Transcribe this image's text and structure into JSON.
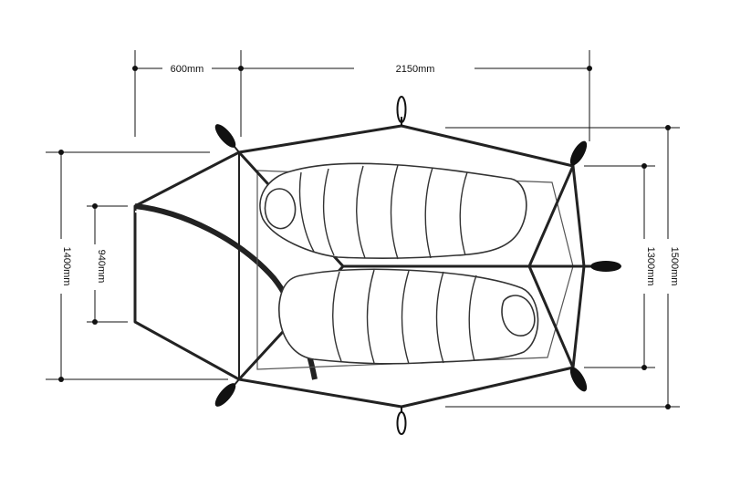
{
  "dimensions": {
    "vestibule_depth": "600mm",
    "tent_length": "2150mm",
    "overall_width": "1400mm",
    "door_width": "940mm",
    "outer_width": "1500mm",
    "inner_width": "1300mm"
  }
}
